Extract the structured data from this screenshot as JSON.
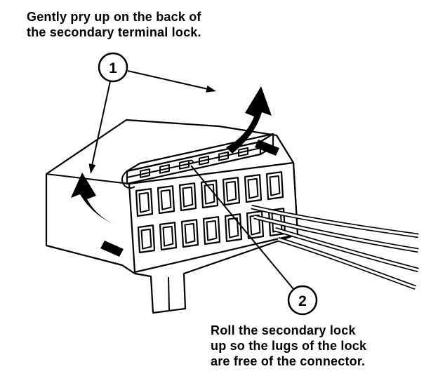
{
  "diagram": {
    "top_note": {
      "line1": "Gently pry up on the back of",
      "line2": "the secondary terminal lock."
    },
    "bottom_note": {
      "line1": "Roll the secondary lock",
      "line2": "up so the lugs of the lock",
      "line3": "are free of the connector."
    },
    "callouts": {
      "c1": "1",
      "c2": "2"
    },
    "colors": {
      "ink": "#000000",
      "paper": "#ffffff"
    }
  }
}
